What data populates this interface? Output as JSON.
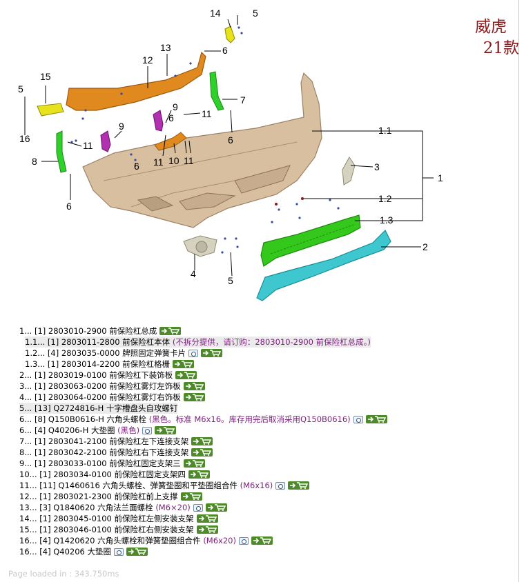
{
  "model": {
    "line1": "威虎",
    "line2": "21款"
  },
  "callouts": [
    "1",
    "1.1",
    "1.2",
    "1.3",
    "2",
    "3",
    "4",
    "5",
    "5",
    "5",
    "6",
    "6",
    "6",
    "6",
    "6",
    "7",
    "8",
    "9",
    "9",
    "10",
    "11",
    "11",
    "11",
    "11",
    "12",
    "13",
    "14",
    "15",
    "16"
  ],
  "parts": [
    {
      "index": "1...",
      "qty": "[1]",
      "code": "2803010-2900",
      "name": "前保险杠总成",
      "note": "",
      "cam": false,
      "cart": true,
      "sub": false,
      "hl": false
    },
    {
      "index": "1.1...",
      "qty": "[1]",
      "code": "2803011-2800",
      "name": "前保险杠本体",
      "note": "(不拆分提供，请订购：2803010-2900 前保险杠总成。)",
      "cam": false,
      "cart": false,
      "sub": true,
      "hl": true
    },
    {
      "index": "1.2...",
      "qty": "[4]",
      "code": "2803035-0000",
      "name": "牌照固定弹簧卡片",
      "note": "",
      "cam": true,
      "cart": true,
      "sub": true,
      "hl": false
    },
    {
      "index": "1.3...",
      "qty": "[1]",
      "code": "2803014-2200",
      "name": "前保险杠格栅",
      "note": "",
      "cam": false,
      "cart": true,
      "sub": true,
      "hl": false
    },
    {
      "index": "2...",
      "qty": "[1]",
      "code": "2803019-0100",
      "name": "前保险杠下装饰板",
      "note": "",
      "cam": false,
      "cart": true,
      "sub": false,
      "hl": false
    },
    {
      "index": "3...",
      "qty": "[1]",
      "code": "2803063-0200",
      "name": "前保险杠雾灯左饰板",
      "note": "",
      "cam": false,
      "cart": true,
      "sub": false,
      "hl": false
    },
    {
      "index": "4...",
      "qty": "[1]",
      "code": "2803064-0200",
      "name": "前保险杠雾灯右饰板",
      "note": "",
      "cam": false,
      "cart": true,
      "sub": false,
      "hl": false
    },
    {
      "index": "5...",
      "qty": "[13]",
      "code": "Q2724816-H",
      "name": "十字槽盘头自攻螺钉",
      "note": "",
      "cam": false,
      "cart": false,
      "sub": false,
      "hl": true
    },
    {
      "index": "6...",
      "qty": "[8]",
      "code": "Q150B0616-H",
      "name": "六角头螺栓",
      "note": "(黑色。标准 M6x16。库存用完后取消采用Q150B0616)",
      "cam": true,
      "cart": true,
      "sub": false,
      "hl": false
    },
    {
      "index": "6...",
      "qty": "[4]",
      "code": "Q40206-H",
      "name": "大垫圈",
      "note": "(黑色)",
      "cam": true,
      "cart": true,
      "sub": false,
      "hl": false
    },
    {
      "index": "7...",
      "qty": "[1]",
      "code": "2803041-2100",
      "name": "前保险杠左下连接支架",
      "note": "",
      "cam": false,
      "cart": true,
      "sub": false,
      "hl": false
    },
    {
      "index": "8...",
      "qty": "[1]",
      "code": "2803042-2100",
      "name": "前保险杠右下连接支架",
      "note": "",
      "cam": false,
      "cart": true,
      "sub": false,
      "hl": false
    },
    {
      "index": "9...",
      "qty": "[1]",
      "code": "2803033-0100",
      "name": "前保险杠固定支架三",
      "note": "",
      "cam": false,
      "cart": true,
      "sub": false,
      "hl": false
    },
    {
      "index": "10...",
      "qty": "[1]",
      "code": "2803034-0100",
      "name": "前保险杠固定支架四",
      "note": "",
      "cam": false,
      "cart": true,
      "sub": false,
      "hl": false
    },
    {
      "index": "11...",
      "qty": "[11]",
      "code": "Q1460616",
      "name": "六角头螺栓、弹簧垫圈和平垫圈组合件",
      "note": "(M6x16)",
      "cam": true,
      "cart": true,
      "sub": false,
      "hl": false
    },
    {
      "index": "12...",
      "qty": "[1]",
      "code": "2803021-2300",
      "name": "前保险杠前上支撑",
      "note": "",
      "cam": false,
      "cart": true,
      "sub": false,
      "hl": false
    },
    {
      "index": "13...",
      "qty": "[3]",
      "code": "Q1840620",
      "name": "六角法兰面螺栓",
      "note": "(M6×20)",
      "cam": true,
      "cart": true,
      "sub": false,
      "hl": false
    },
    {
      "index": "14...",
      "qty": "[1]",
      "code": "2803045-0100",
      "name": "前保险杠左侧安装支架",
      "note": "",
      "cam": false,
      "cart": true,
      "sub": false,
      "hl": false
    },
    {
      "index": "15...",
      "qty": "[1]",
      "code": "2803046-0100",
      "name": "前保险杠右侧安装支架",
      "note": "",
      "cam": false,
      "cart": true,
      "sub": false,
      "hl": false
    },
    {
      "index": "16...",
      "qty": "[4]",
      "code": "Q1420620",
      "name": "六角头螺栓和弹簧垫圈组合件",
      "note": "(M6x20)",
      "cam": true,
      "cart": true,
      "sub": false,
      "hl": false
    },
    {
      "index": "16...",
      "qty": "[4]",
      "code": "Q40206",
      "name": "大垫圈",
      "note": "",
      "cam": true,
      "cart": true,
      "sub": false,
      "hl": false
    }
  ],
  "footer": {
    "label": "Page loaded in",
    "value": ": 343.750ms"
  },
  "colors": {
    "bumper": "#d8bfa0",
    "grille": "#35c81c",
    "lower_trim": "#3fc7cf",
    "brace": "#e0891e",
    "bracket_green": "#2fd02a",
    "bracket_purple": "#b030b0",
    "bracket_yellow": "#e6e21c",
    "model_text": "#8b1a1a",
    "cart": "#4e8a2a"
  }
}
